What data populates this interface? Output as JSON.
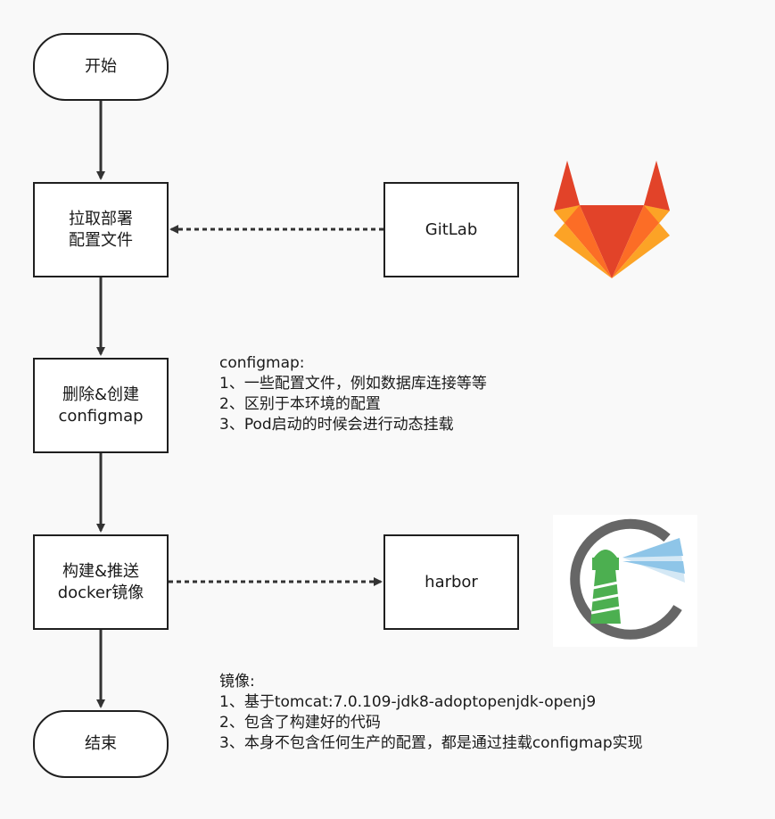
{
  "nodes": {
    "start": "开始",
    "pull_line1": "拉取部署",
    "pull_line2": "配置文件",
    "configmap_line1": "删除&创建",
    "configmap_line2": "configmap",
    "build_line1": "构建&推送",
    "build_line2": "docker镜像",
    "end": "结束",
    "gitlab": "GitLab",
    "harbor": "harbor"
  },
  "notes": {
    "configmap": {
      "title": "configmap:",
      "lines": [
        "1、一些配置文件，例如数据库连接等等",
        "2、区别于本环境的配置",
        "3、Pod启动的时候会进行动态挂载"
      ]
    },
    "image": {
      "title": "镜像:",
      "lines": [
        "1、基于tomcat:7.0.109-jdk8-adoptopenjdk-openj9",
        "2、包含了构建好的代码",
        "3、本身不包含任何生产的配置，都是通过挂载configmap实现"
      ]
    }
  },
  "icons": {
    "gitlab": "gitlab-logo-icon",
    "harbor": "harbor-logo-icon"
  },
  "colors": {
    "edge": "#333333",
    "gitlab_dark": "#e24329",
    "gitlab_mid": "#fc6d26",
    "gitlab_light": "#fca326",
    "harbor_ring": "#666666",
    "harbor_tower": "#4caf50",
    "harbor_light": "#8ec5e8"
  }
}
